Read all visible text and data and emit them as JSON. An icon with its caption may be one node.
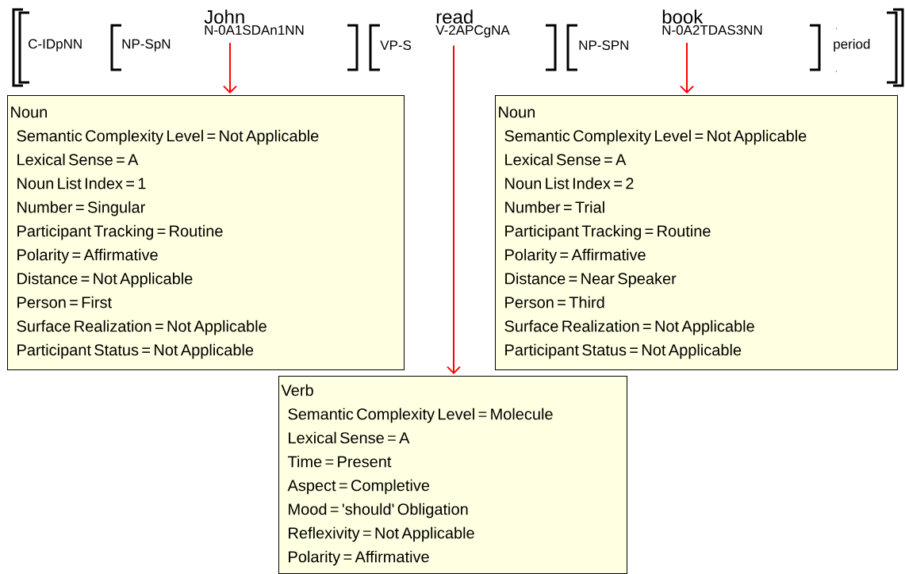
{
  "diagram": {
    "nodes": [
      {
        "text": [
          "John",
          "N-0A1SDAn1NN"
        ]
      },
      {
        "text": [
          "read",
          "V-2APCgNA"
        ]
      },
      {
        "text": [
          "book",
          "N-0A2TDAS3NN"
        ]
      },
      {
        "text": [
          "Noun",
          "Semantic Complexity Level = Not Applicable",
          "Lexical Sense = A",
          "Noun List Index = 1",
          "Number = Singular",
          "Participant Tracking = Routine",
          "Polarity = Affirmative",
          "Distance = Not Applicable",
          "Person = First",
          "Surface Realization = Not Applicable",
          "Participant Status = Not Applicable"
        ]
      },
      {
        "text": [
          "Noun",
          "Semantic Complexity Level = Not Applicable",
          "Lexical Sense = A",
          "Noun List Index = 2",
          "Number = Trial",
          "Participant Tracking = Routine",
          "Polarity = Affirmative",
          "Distance = Near Speaker",
          "Person = Third",
          "Surface Realization = Not Applicable",
          "Participant Status = Not Applicable"
        ]
      },
      {
        "text": [
          "Verb",
          "Semantic Complexity Level = Molecule",
          "Lexical Sense = A",
          "Time = Present",
          "Aspect = Completive",
          "Mood = 'should' Obligation",
          "Reflexivity = Not Applicable",
          "Polarity = Affirmative"
        ]
      }
    ],
    "edges": [
      {
        "from": 0,
        "to": 3,
        "arrow": "to"
      },
      {
        "from": 1,
        "to": 5,
        "arrow": "to"
      },
      {
        "from": 2,
        "to": 4,
        "arrow": "to"
      }
    ],
    "labels": [
      "C-IDpNN",
      "NP-SpN",
      "VP-S",
      "NP-SPN",
      ".",
      "period",
      "."
    ]
  }
}
